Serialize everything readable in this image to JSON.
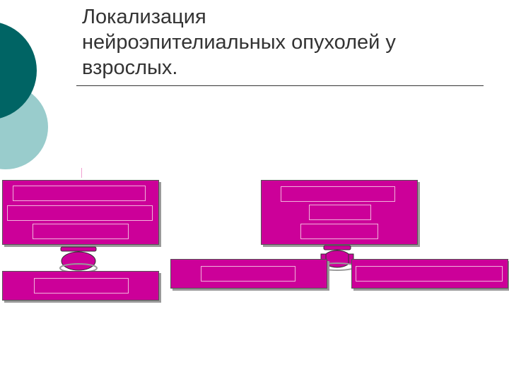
{
  "title": {
    "line1": "Локализация",
    "line2": "нейроэпителиальных опухолей  у",
    "line3": "взрослых."
  },
  "colors": {
    "theme_dark": "#006464",
    "theme_light": "#99cccc",
    "box_fill": "#cc0099",
    "rule": "#333333"
  },
  "icons": [
    "junction-node-icon",
    "junction-node-icon"
  ],
  "diagram": {
    "left_group": {
      "main_box_labels": [
        "",
        "",
        ""
      ],
      "lower_box_label": ""
    },
    "right_group": {
      "main_box_labels": [
        "",
        "",
        ""
      ],
      "lower_left_box_label": "",
      "lower_right_box_label": ""
    }
  }
}
